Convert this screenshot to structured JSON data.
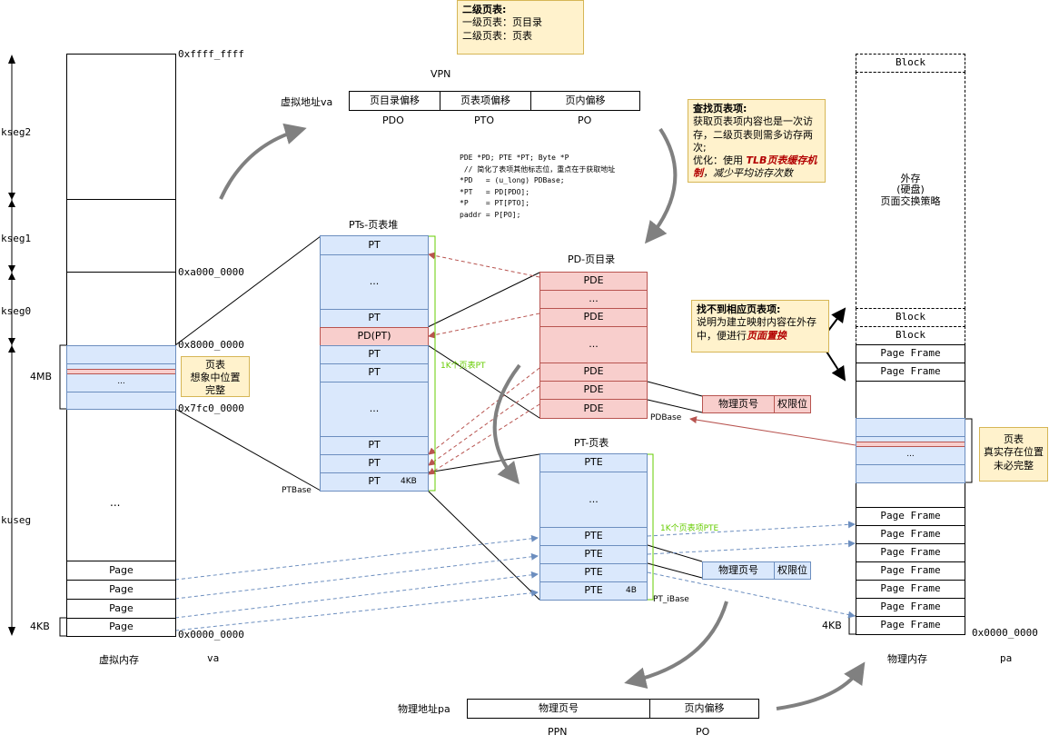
{
  "left_axis": {
    "kseg2": "kseg2",
    "kseg1": "kseg1",
    "kseg0": "kseg0",
    "kuseg": "kuseg",
    "size_4mb": "4MB",
    "size_4kb": "4KB"
  },
  "virtual_memory": {
    "addr_top": "0xffff_ffff",
    "addr_a000": "0xa000_0000",
    "addr_8000": "0x8000_0000",
    "addr_7fc0": "0x7fc0_0000",
    "addr_0000": "0x0000_0000",
    "ellipsis": "...",
    "pt_ellipsis": "...",
    "pages": [
      "Page",
      "Page",
      "Page",
      "Page"
    ],
    "caption": "虚拟内存",
    "caption_va": "va"
  },
  "va_note": {
    "line1": "页表",
    "line2": "想象中位置",
    "line3": "完整"
  },
  "two_level_note": {
    "title": "二级页表:",
    "line1": "一级页表：页目录",
    "line2": "二级页表：页表"
  },
  "vpn": {
    "label": "VPN",
    "va_label": "虚拟地址va",
    "fields": [
      "页目录偏移",
      "页表项偏移",
      "页内偏移"
    ],
    "captions": [
      "PDO",
      "PTO",
      "PO"
    ]
  },
  "code_lines": [
    "PDE *PD; PTE *PT; Byte *P",
    " // 简化了表项其他标志位，重点在于获取地址",
    "*PD   = (u_long) PDBase;",
    "*PT   = PD[PDO];",
    "*P    = PT[PTO];",
    "paddr = P[PO];"
  ],
  "lookup_note": {
    "title": "查找页表项:",
    "line1": "获取页表项内容也是一次访",
    "line2": "存，二级页表则需多访存两",
    "line3": "次;",
    "line4_pre": "优化：使用 ",
    "line4_em": "TLB页表缓存机",
    "line5_em": "制",
    "line5_post": "，减少平均访存次数"
  },
  "pts": {
    "title": "PTs-页表堆",
    "rows": [
      "PT",
      "...",
      "PT",
      "PD(PT)",
      "PT",
      "PT",
      "...",
      "PT",
      "PT",
      "PT"
    ],
    "size_label": "4KB",
    "base_label": "PTBase",
    "count_label": "1K个页表PT"
  },
  "pd": {
    "title": "PD-页目录",
    "rows": [
      "PDE",
      "...",
      "PDE",
      "...",
      "PDE",
      "PDE",
      "PDE"
    ],
    "base_label": "PDBase",
    "entry_fields": [
      "物理页号",
      "权限位"
    ]
  },
  "pt": {
    "title": "PT-页表",
    "rows": [
      "PTE",
      "...",
      "PTE",
      "PTE",
      "PTE",
      "PTE"
    ],
    "size_label": "4B",
    "base_label": "PT_iBase",
    "count_label": "1K个页表项PTE",
    "entry_fields": [
      "物理页号",
      "权限位"
    ]
  },
  "swap_note": {
    "title": "找不到相应页表项:",
    "line1": "说明为建立映射内容在外存",
    "line2_pre": "中，便进行",
    "line2_em": "页面置换"
  },
  "physical_memory": {
    "blocks": [
      "Block",
      "Block",
      "Block"
    ],
    "ext_line1": "外存",
    "ext_line2": "(硬盘)",
    "ext_line3": "页面交换策略",
    "frames_top": [
      "Page Frame",
      "Page Frame"
    ],
    "frames_bottom": [
      "Page Frame",
      "Page Frame",
      "Page Frame",
      "Page Frame",
      "Page Frame",
      "Page Frame",
      "Page Frame"
    ],
    "ellipsis": "...",
    "size_4kb": "4KB",
    "addr_0000": "0x0000_0000",
    "caption": "物理内存",
    "caption_pa": "pa"
  },
  "pa_note": {
    "line1": "页表",
    "line2": "真实存在位置",
    "line3": "未必完整"
  },
  "physical_address": {
    "label": "物理地址pa",
    "fields": [
      "物理页号",
      "页内偏移"
    ],
    "captions": [
      "PPN",
      "PO"
    ]
  },
  "colors": {
    "blue_fill": "#dae8fc",
    "blue_stroke": "#6c8ebf",
    "red_fill": "#f8cecc",
    "red_stroke": "#b85450",
    "note_fill": "#fff2cc",
    "note_stroke": "#d6b656",
    "green": "#66cc00",
    "arrow_gray": "#808080"
  }
}
